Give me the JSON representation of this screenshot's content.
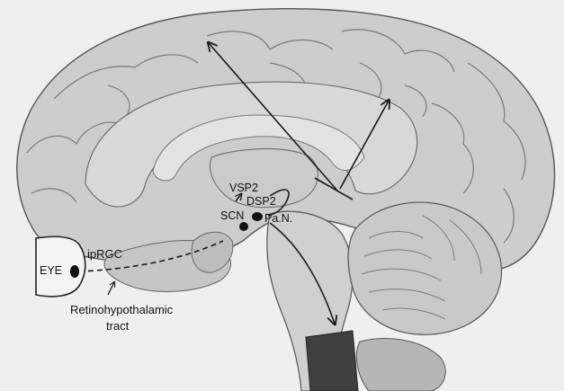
{
  "labels": {
    "eye": "EYE",
    "iprgc": "ipRGC",
    "tract_line1": "Retinohypothalamic",
    "tract_line2": "tract",
    "vsp2": "VSP2",
    "dsp2": "DSP2",
    "scn": "SCN",
    "pan": "Pa.N."
  },
  "colors": {
    "background": "#efefef",
    "brain_fill": "#cfcfcf",
    "gyrus_line": "#6f6f6f",
    "arrow": "#1a1a1a",
    "nucleus": "#111111"
  }
}
